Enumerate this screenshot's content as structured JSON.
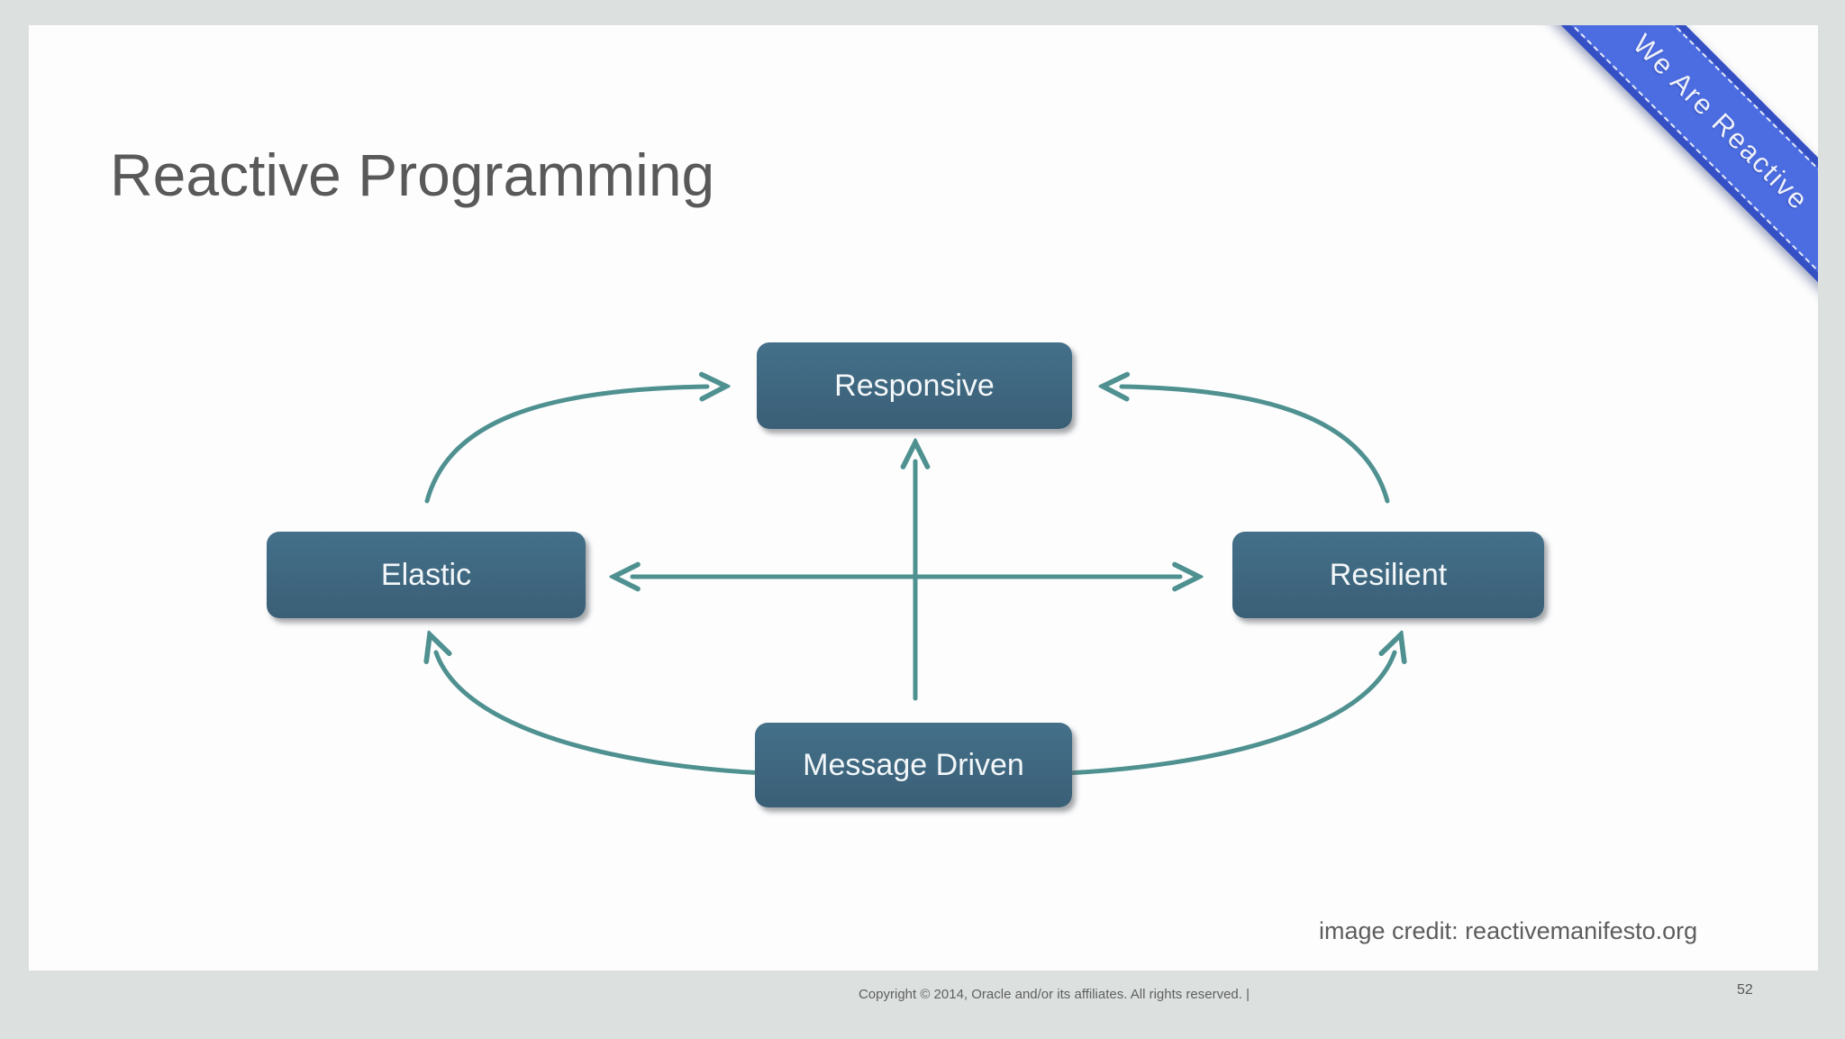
{
  "slide": {
    "title": "Reactive Programming",
    "ribbon": {
      "label": "We Are Reactive"
    },
    "diagram": {
      "nodes": [
        {
          "id": "responsive",
          "label": "Responsive"
        },
        {
          "id": "elastic",
          "label": "Elastic"
        },
        {
          "id": "resilient",
          "label": "Resilient"
        },
        {
          "id": "message-driven",
          "label": "Message Driven"
        }
      ],
      "edges": [
        {
          "from": "elastic",
          "to": "responsive",
          "style": "curved-arrow"
        },
        {
          "from": "resilient",
          "to": "responsive",
          "style": "curved-arrow"
        },
        {
          "from": "message-driven",
          "to": "responsive",
          "style": "straight-arrow"
        },
        {
          "from": "message-driven",
          "to": "elastic",
          "style": "curved-arrow"
        },
        {
          "from": "message-driven",
          "to": "resilient",
          "style": "curved-arrow"
        },
        {
          "from": "elastic",
          "to": "resilient",
          "style": "double-headed-arrow"
        }
      ]
    },
    "image_credit": "image credit: reactivemanifesto.org"
  },
  "footer": {
    "copyright": "Copyright © 2014, Oracle and/or its affiliates. All rights reserved.  |",
    "page_number": "52"
  },
  "colors": {
    "page_background": "#dce1df",
    "slide_background": "#fdfdfe",
    "title_text": "#595959",
    "node_fill": "#3d6379",
    "node_text": "#f3f7f9",
    "arrow": "#4f9190",
    "ribbon_fill": "#4c6de2",
    "ribbon_edge": "#3550c5",
    "ribbon_text": "#eef1fd",
    "footer_text": "#606060"
  }
}
